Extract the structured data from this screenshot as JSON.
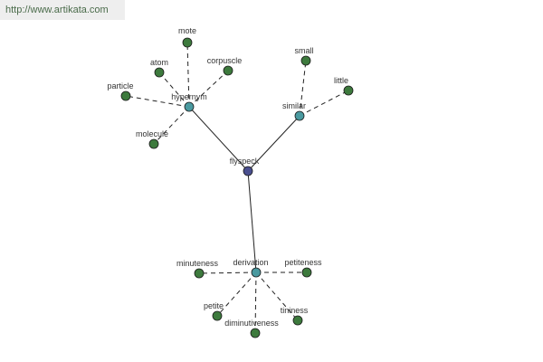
{
  "header": {
    "url": "http://www.artikata.com"
  },
  "colors": {
    "center": "#4a4f8f",
    "relation": "#4a9aa0",
    "leaf": "#3d7a3d",
    "edge": "#222222"
  },
  "graph": {
    "center": {
      "id": "flyspeck",
      "label": "flyspeck"
    },
    "relations": [
      {
        "id": "hypernym",
        "label": "hypernym"
      },
      {
        "id": "similar",
        "label": "similar"
      },
      {
        "id": "derivation",
        "label": "derivation"
      }
    ],
    "leaves": [
      {
        "id": "mote",
        "label": "mote",
        "parent": "hypernym"
      },
      {
        "id": "atom",
        "label": "atom",
        "parent": "hypernym"
      },
      {
        "id": "corpuscle",
        "label": "corpuscle",
        "parent": "hypernym"
      },
      {
        "id": "particle",
        "label": "particle",
        "parent": "hypernym"
      },
      {
        "id": "molecule",
        "label": "molecule",
        "parent": "hypernym"
      },
      {
        "id": "small",
        "label": "small",
        "parent": "similar"
      },
      {
        "id": "little",
        "label": "little",
        "parent": "similar"
      },
      {
        "id": "minuteness",
        "label": "minuteness",
        "parent": "derivation"
      },
      {
        "id": "petiteness",
        "label": "petiteness",
        "parent": "derivation"
      },
      {
        "id": "petite",
        "label": "petite",
        "parent": "derivation"
      },
      {
        "id": "diminutiveness",
        "label": "diminutiveness",
        "parent": "derivation"
      },
      {
        "id": "tininess",
        "label": "tininess",
        "parent": "derivation"
      }
    ]
  }
}
